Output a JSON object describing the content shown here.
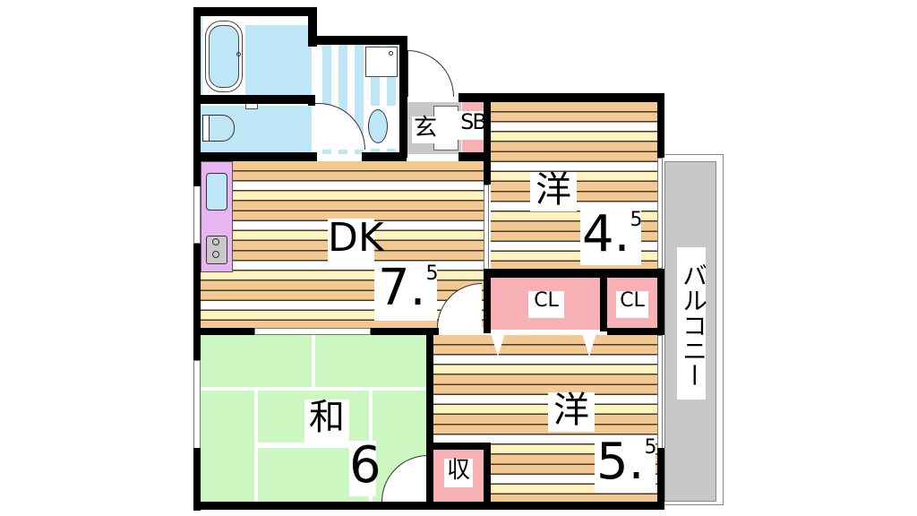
{
  "floorplan": {
    "rooms": {
      "dk": {
        "label": "DK",
        "size_main": "7.",
        "size_sup": "5"
      },
      "western_north": {
        "label": "洋",
        "size_main": "4.",
        "size_sup": "5"
      },
      "western_south": {
        "label": "洋",
        "size_main": "5.",
        "size_sup": "5"
      },
      "japanese": {
        "label": "和",
        "size_main": "6"
      },
      "closet_large": {
        "label": "CL"
      },
      "closet_small": {
        "label": "CL"
      },
      "storage": {
        "label": "収"
      },
      "entrance": {
        "label": "玄"
      },
      "shoebox": {
        "label": "SB"
      },
      "balcony": {
        "label": "バルコニー"
      }
    },
    "colors": {
      "wall": "#000000",
      "wood_floor": "#f2c992",
      "wood_light": "#fff3c0",
      "tatami": "#ccf7c0",
      "closet": "#f7b0b4",
      "bath": "#bfe6f7",
      "kitchen": "#e8b4f2",
      "balcony": "#c8c8c8",
      "entrance": "#c8c8c8"
    }
  }
}
